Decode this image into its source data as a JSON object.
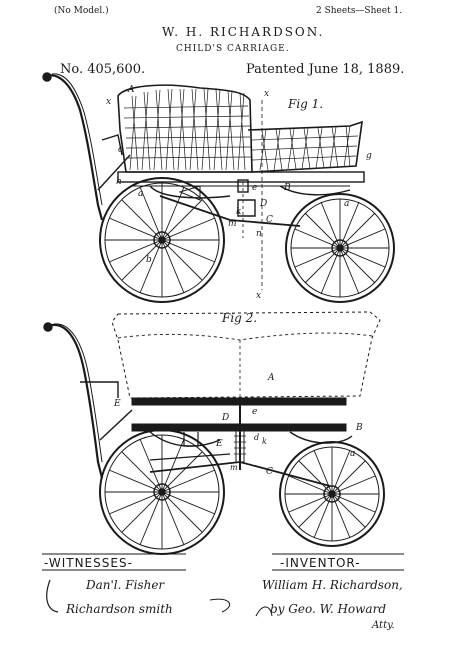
{
  "header": {
    "model_note": "(No Model.)",
    "sheet_note": "2 Sheets—Sheet 1.",
    "inventor": "W. H. RICHARDSON.",
    "title": "CHILD'S CARRIAGE.",
    "patent_number": "No. 405,600.",
    "patented_date": "Patented June 18, 1889."
  },
  "figures": {
    "fig1_label": "Fig 1.",
    "fig2_label": "Fig 2."
  },
  "labels": {
    "A": "A",
    "B": "B",
    "C": "C",
    "D": "D",
    "E": "E",
    "a": "a",
    "b": "b",
    "c": "c",
    "d": "d",
    "e": "e",
    "g": "g",
    "h": "h",
    "k": "k",
    "m": "m",
    "n": "n",
    "x": "x"
  },
  "footer": {
    "witnesses_label": "-WITNESSES-",
    "inventor_label": "-INVENTOR-",
    "witness_1": "Dan'l. Fisher",
    "witness_2": "Richardson smith",
    "inventor_signature": "William H. Richardson,",
    "attorney_signature": "by Geo. W. Howard",
    "attorney_suffix": "Atty."
  },
  "colors": {
    "ink": "#1a1a1a",
    "paper": "#ffffff"
  }
}
